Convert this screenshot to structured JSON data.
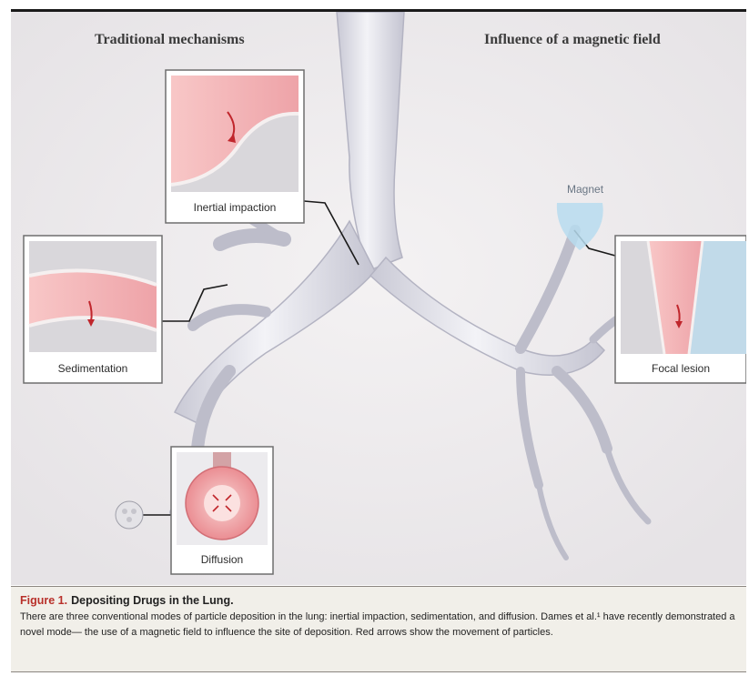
{
  "headings": {
    "left": "Traditional mechanisms",
    "right": "Influence of a magnetic field"
  },
  "labels": {
    "inertial": "Inertial impaction",
    "sedimentation": "Sedimentation",
    "diffusion": "Diffusion",
    "focal": "Focal lesion",
    "magnet": "Magnet"
  },
  "caption": {
    "figure_number": "Figure 1.",
    "title": "Depositing Drugs in the Lung.",
    "text": "There are three conventional modes of particle deposition in the lung: inertial impaction, sedimentation, and diffusion. Dames et al.¹ have recently demonstrated a novel mode— the use of a magnetic field to influence the site of deposition. Red arrows show the movement of particles."
  },
  "colors": {
    "airway": "#e3e3ea",
    "airway_edge": "#b3b3c2",
    "tissue_pink": "#f2b3b5",
    "magnet_blue": "#b7dcef",
    "arrow_red": "#c0262c"
  }
}
